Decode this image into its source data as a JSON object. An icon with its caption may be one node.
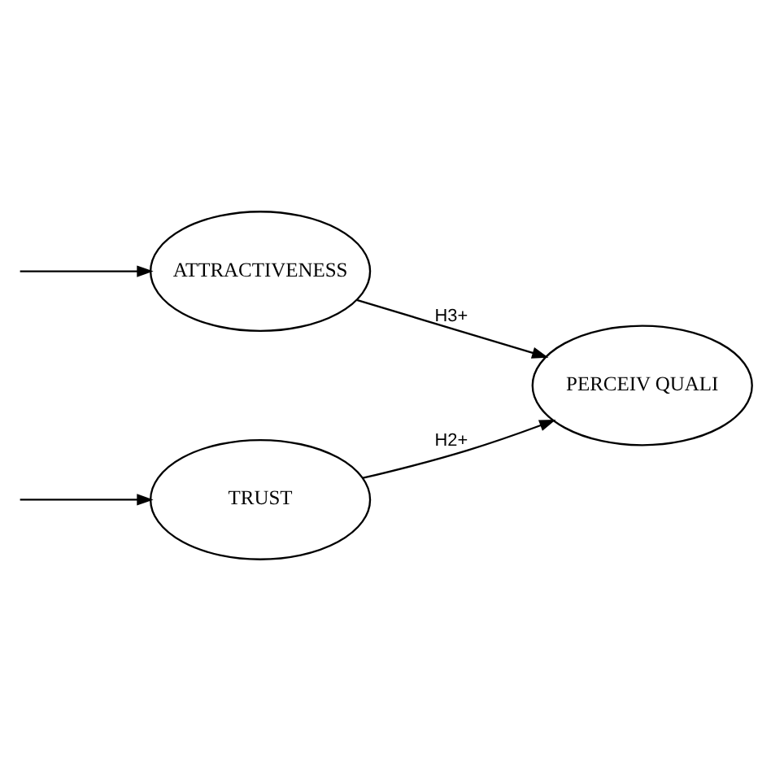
{
  "diagram": {
    "nodes": [
      {
        "text": [
          "TRUST"
        ]
      },
      {
        "text": [
          "ATTRACTIVENESS"
        ]
      },
      {
        "text": [
          "PERCEIV QUALI"
        ]
      }
    ],
    "edges": [
      {
        "from": null,
        "to": 0,
        "arrow": "to"
      },
      {
        "from": null,
        "to": 1,
        "arrow": "to"
      },
      {
        "from": 0,
        "to": 2,
        "arrow": "to",
        "label": "H2+"
      },
      {
        "from": 1,
        "to": 2,
        "arrow": "to",
        "label": "H3+"
      }
    ]
  }
}
